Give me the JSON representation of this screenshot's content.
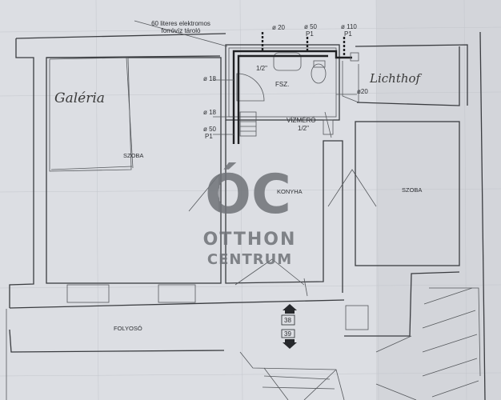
{
  "header": {
    "boiler_note_line1": "60 literes elektromos",
    "boiler_note_line2": "forróvíz tároló"
  },
  "pipe_labels": {
    "d20_top": "ø 20",
    "d50_top": "ø 50",
    "p1_top": "P1",
    "d110": "ø 110",
    "p1_top_right": "P1",
    "d18_a": "ø 18",
    "d18_b": "ø 18",
    "d50_left": "ø 50",
    "p1_left": "P1",
    "d20_right": "ø20",
    "half_inch": "1/2\""
  },
  "rooms": {
    "galeria": "Galéria",
    "szoba_left": "SZOBA",
    "fsz": "FSZ.",
    "konyha": "KONYHA",
    "szoba_right": "SZOBA",
    "lichthof": "Lichthof",
    "folyoso": "FOLYOSÓ"
  },
  "meter": {
    "label": "VÍZMÉRŐ",
    "size": "1/2\""
  },
  "stairs": {
    "up": "38",
    "down": "39"
  },
  "watermark": {
    "logo": "ÓC",
    "line1": "OTTHON",
    "line2": "CENTRUM"
  }
}
